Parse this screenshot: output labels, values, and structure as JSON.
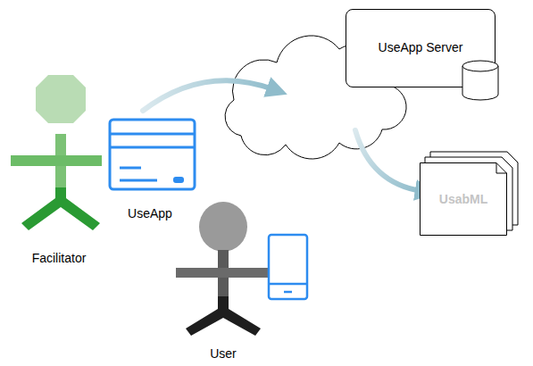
{
  "diagram": {
    "nodes": [
      {
        "text": [
          "UseApp Server"
        ]
      },
      {
        "text": [
          "UsabML"
        ]
      }
    ],
    "labels": [
      "UseApp",
      "Facilitator",
      "User"
    ]
  }
}
